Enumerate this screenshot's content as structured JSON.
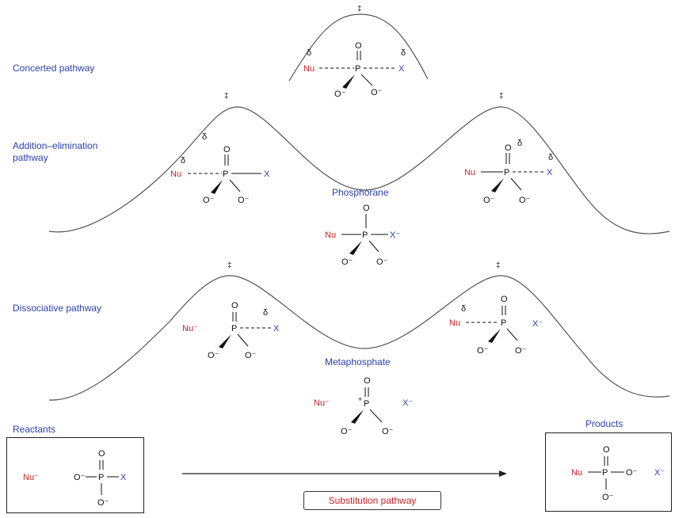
{
  "labels": {
    "concerted": "Concerted pathway",
    "addition_elimination": "Addition–elimination pathway",
    "dissociative": "Dissociative pathway",
    "phosphorane": "Phosphorane",
    "metaphosphate": "Metaphosphate",
    "reactants": "Reactants",
    "products": "Products",
    "substitution": "Substitution pathway"
  },
  "symbols": {
    "ts": "‡",
    "delta": "δ",
    "minus": "–",
    "nu": "Nu",
    "nu_anion": "Nu⁻",
    "x": "X",
    "x_anion": "X⁻",
    "p": "P",
    "o": "O",
    "o_anion": "O⁻"
  },
  "colors": {
    "nucleophile": "#cc2222",
    "leaving_group": "#2b3fb0",
    "label": "#2b3fb0",
    "curve": "#555555"
  }
}
